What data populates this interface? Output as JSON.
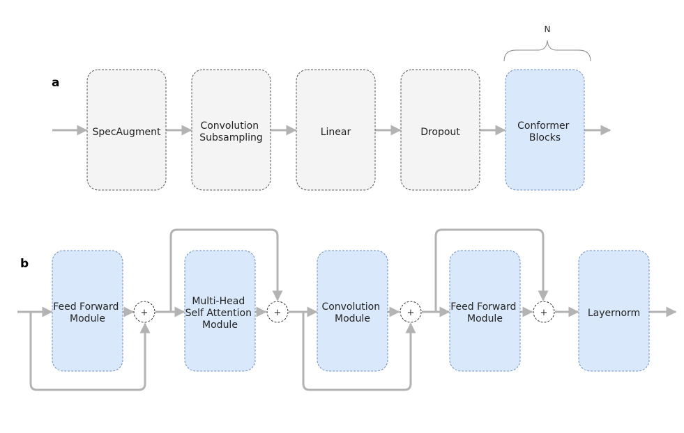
{
  "panel_a": {
    "label": "a",
    "blocks": [
      {
        "id": "specaugment",
        "lines": [
          "SpecAugment"
        ],
        "style": "gray"
      },
      {
        "id": "convolution-subsampling",
        "lines": [
          "Convolution",
          "Subsampling"
        ],
        "style": "gray"
      },
      {
        "id": "linear",
        "lines": [
          "Linear"
        ],
        "style": "gray"
      },
      {
        "id": "dropout",
        "lines": [
          "Dropout"
        ],
        "style": "gray"
      },
      {
        "id": "conformer-blocks",
        "lines": [
          "Conformer",
          "Blocks"
        ],
        "style": "blue"
      }
    ],
    "repeat_label": "N"
  },
  "panel_b": {
    "label": "b",
    "blocks": [
      {
        "id": "feed-forward-module-1",
        "lines": [
          "Feed Forward",
          "Module"
        ],
        "style": "blue"
      },
      {
        "id": "mhsa-module",
        "lines": [
          "Multi-Head",
          "Self Attention",
          "Module"
        ],
        "style": "blue"
      },
      {
        "id": "convolution-module",
        "lines": [
          "Convolution",
          "Module"
        ],
        "style": "blue"
      },
      {
        "id": "feed-forward-module-2",
        "lines": [
          "Feed Forward",
          "Module"
        ],
        "style": "blue"
      },
      {
        "id": "layernorm",
        "lines": [
          "Layernorm"
        ],
        "style": "blue"
      }
    ],
    "sum_symbol": "+"
  },
  "colors": {
    "gray_fill": "#f4f4f4",
    "blue_fill": "#dae8fc",
    "arrow": "#b3b3b3"
  }
}
